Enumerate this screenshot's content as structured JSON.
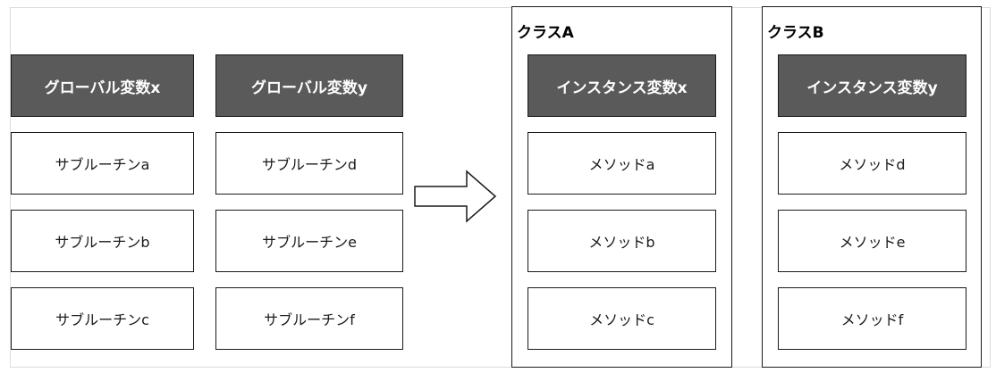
{
  "globals": {
    "col_x": {
      "header": "グローバル変数x",
      "items": [
        "サブルーチンa",
        "サブルーチンb",
        "サブルーチンc"
      ]
    },
    "col_y": {
      "header": "グローバル変数y",
      "items": [
        "サブルーチンd",
        "サブルーチンe",
        "サブルーチンf"
      ]
    }
  },
  "classes": {
    "a": {
      "title": "クラスA",
      "header": "インスタンス変数x",
      "items": [
        "メソッドa",
        "メソッドb",
        "メソッドc"
      ]
    },
    "b": {
      "title": "クラスB",
      "header": "インスタンス変数y",
      "items": [
        "メソッドd",
        "メソッドe",
        "メソッドf"
      ]
    }
  }
}
